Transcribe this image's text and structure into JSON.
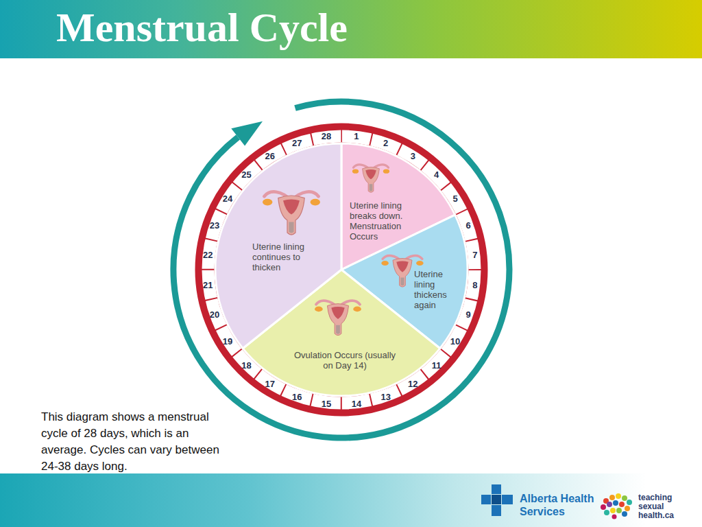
{
  "diagram": {
    "title": "Menstrual Cycle",
    "caption": "This diagram shows a menstrual cycle of 28 days, which is an average. Cycles can vary between 24-38 days long.",
    "nodes": [
      {
        "text": [
          "Uterine lining breaks down. Menstruation Occurs"
        ]
      },
      {
        "text": [
          "Uterine lining thickens again"
        ]
      },
      {
        "text": [
          "Ovulation Occurs (usually on Day 14)"
        ]
      },
      {
        "text": [
          "Uterine lining continues to thicken"
        ]
      }
    ],
    "labels": [
      "1",
      "2",
      "3",
      "4",
      "5",
      "6",
      "7",
      "8",
      "9",
      "10",
      "11",
      "12",
      "13",
      "14",
      "15",
      "16",
      "17",
      "18",
      "19",
      "20",
      "21",
      "22",
      "23",
      "24",
      "25",
      "26",
      "27",
      "28",
      "Alberta Health Services",
      "teaching sexual health.ca"
    ]
  }
}
